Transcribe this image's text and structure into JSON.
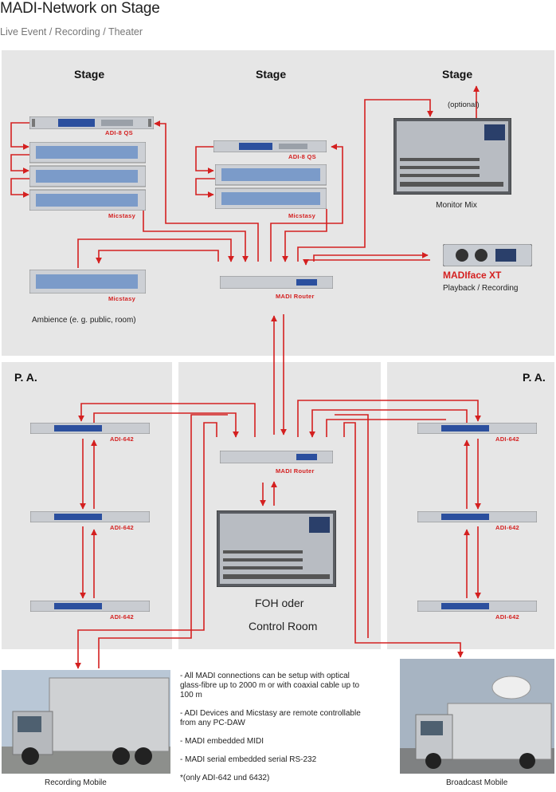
{
  "title": "MADI-Network on Stage",
  "subtitle": "Live Event / Recording / Theater",
  "sections": {
    "stage_left": "Stage",
    "stage_center": "Stage",
    "stage_right": "Stage",
    "pa_left": "P. A.",
    "pa_right": "P. A."
  },
  "devices": {
    "adi8qs": "ADI-8 QS",
    "micstasy": "Micstasy",
    "madi_router": "MADI Router",
    "adi642": "ADI-642",
    "madiface_brand": "MADIface XT",
    "madiface_caption": "Playback / Recording"
  },
  "labels": {
    "optional": "(optional)",
    "monitor_mix": "Monitor Mix",
    "ambience": "Ambience (e. g. public, room)",
    "foh_line1": "FOH oder",
    "foh_line2": "Control Room",
    "recording_mobile": "Recording Mobile",
    "broadcast_mobile": "Broadcast Mobile"
  },
  "notes": [
    "- All MADI connections can be setup with optical glass-fibre up to 2000 m or with coaxial cable up to 100 m",
    "- ADI Devices and Micstasy are remote controllable from any PC-DAW",
    "- MADI embedded MIDI",
    "- MADI serial embedded serial RS-232",
    " *(only ADI-642 und 6432)"
  ],
  "colors": {
    "panel": "#e6e6e6",
    "arrow": "#d42020",
    "device_body": "#c9ccd1",
    "device_blue": "#2b4f9e"
  }
}
